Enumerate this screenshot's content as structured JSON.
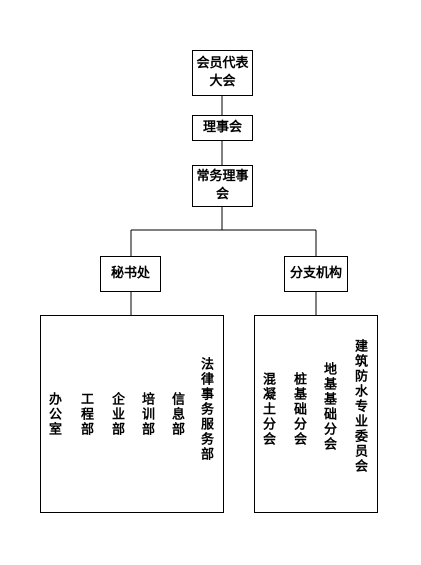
{
  "nodes": {
    "assembly": [
      "会员代表",
      "大会"
    ],
    "council": "理事会",
    "standing": [
      "常务理事",
      "会"
    ],
    "secretariat": "秘书处",
    "branches": "分支机构"
  },
  "secretariat_departments": [
    "办公室",
    "工程部",
    "企业部",
    "培训部",
    "信息部",
    "法律事务服务部"
  ],
  "branch_units": [
    "混凝土分会",
    "桩基础分会",
    "地基基础分会",
    "建筑防水专业委员会"
  ]
}
